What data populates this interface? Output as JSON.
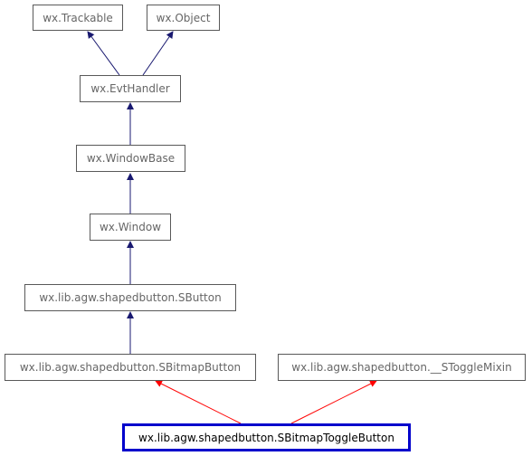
{
  "diagram": {
    "nodes": {
      "trackable": "wx.Trackable",
      "object": "wx.Object",
      "evthandler": "wx.EvtHandler",
      "windowbase": "wx.WindowBase",
      "window": "wx.Window",
      "sbutton": "wx.lib.agw.shapedbutton.SButton",
      "sbitmapbutton": "wx.lib.agw.shapedbutton.SBitmapButton",
      "stogglemixin": "wx.lib.agw.shapedbutton.__SToggleMixin",
      "sbitmaptogglebutton": "wx.lib.agw.shapedbutton.SBitmapToggleButton"
    },
    "colors": {
      "inheritance_edge": "#191970",
      "highlight_edge": "#ff0000",
      "current_border": "#0000cc",
      "node_border": "#595959",
      "node_text": "#666666"
    }
  }
}
